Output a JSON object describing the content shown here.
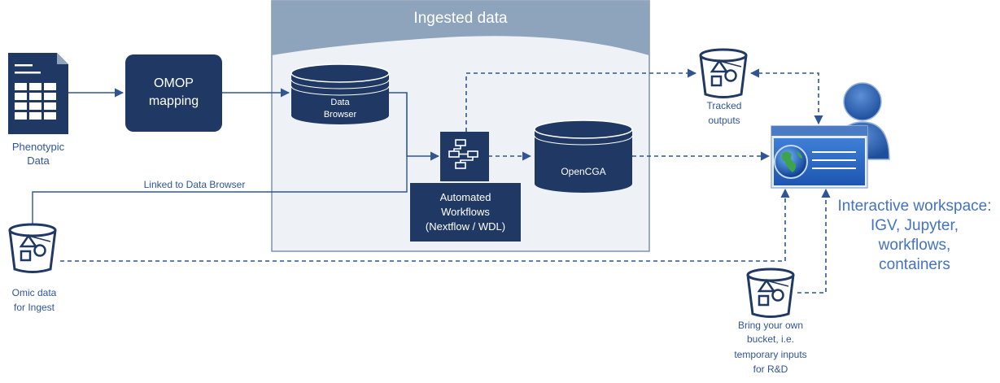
{
  "ingest_panel": {
    "title": "Ingested data"
  },
  "phenotypic": {
    "label_1": "Phenotypic",
    "label_2": "Data"
  },
  "omop": {
    "label_1": "OMOP",
    "label_2": "mapping"
  },
  "data_browser": {
    "label_1": "Data",
    "label_2": "Browser"
  },
  "workflows": {
    "label_1": "Automated",
    "label_2": "Workflows",
    "label_3": "(Nextflow / WDL)"
  },
  "opencga": {
    "label": "OpenCGA"
  },
  "tracked": {
    "label_1": "Tracked",
    "label_2": "outputs"
  },
  "omic": {
    "label_1": "Omic data",
    "label_2": "for Ingest"
  },
  "link": {
    "label": "Linked to Data Browser"
  },
  "workspace": {
    "line_1": "Interactive workspace:",
    "line_2": "IGV, Jupyter,",
    "line_3": "workflows,",
    "line_4": "containers"
  },
  "byob": {
    "line_1": "Bring your own",
    "line_2": "bucket, i.e.",
    "line_3": "temporary inputs",
    "line_4": "for R&D"
  },
  "colors": {
    "dark_blue": "#1f3864",
    "mid_blue": "#2f5597",
    "accent": "#4472c4",
    "panel": "#eef2f7",
    "panel_header": "#8ea4bd"
  }
}
